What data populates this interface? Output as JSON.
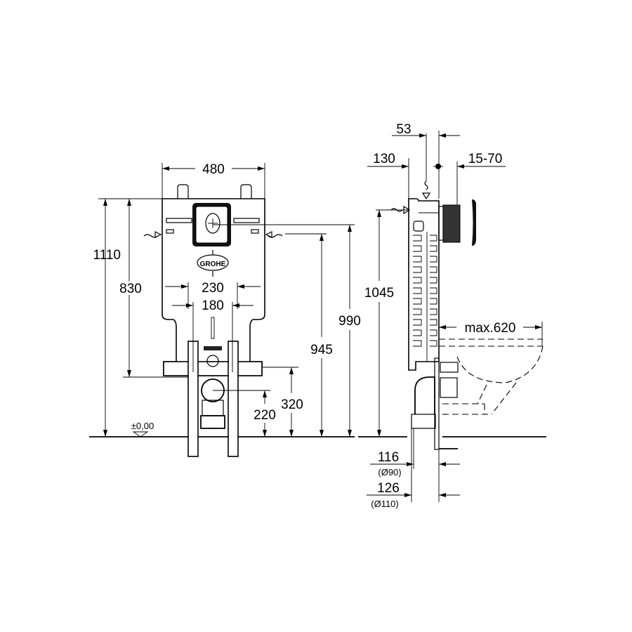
{
  "front_view": {
    "logo": "GROHE",
    "dims": {
      "width": "480",
      "total_height": "1110",
      "bracket_height": "830",
      "inner_230": "230",
      "inner_180": "180",
      "flush_height": "990",
      "supply_height": "945",
      "drain_320": "320",
      "drain_220": "220",
      "floor_level": "±0,00"
    }
  },
  "side_view": {
    "dims": {
      "d53": "53",
      "d130": "130",
      "d15_70": "15-70",
      "d1045": "1045",
      "max_bowl": "max.620",
      "d116": "116",
      "d116_pipe": "(Ø90)",
      "d126": "126",
      "d126_pipe": "(Ø110)"
    }
  }
}
